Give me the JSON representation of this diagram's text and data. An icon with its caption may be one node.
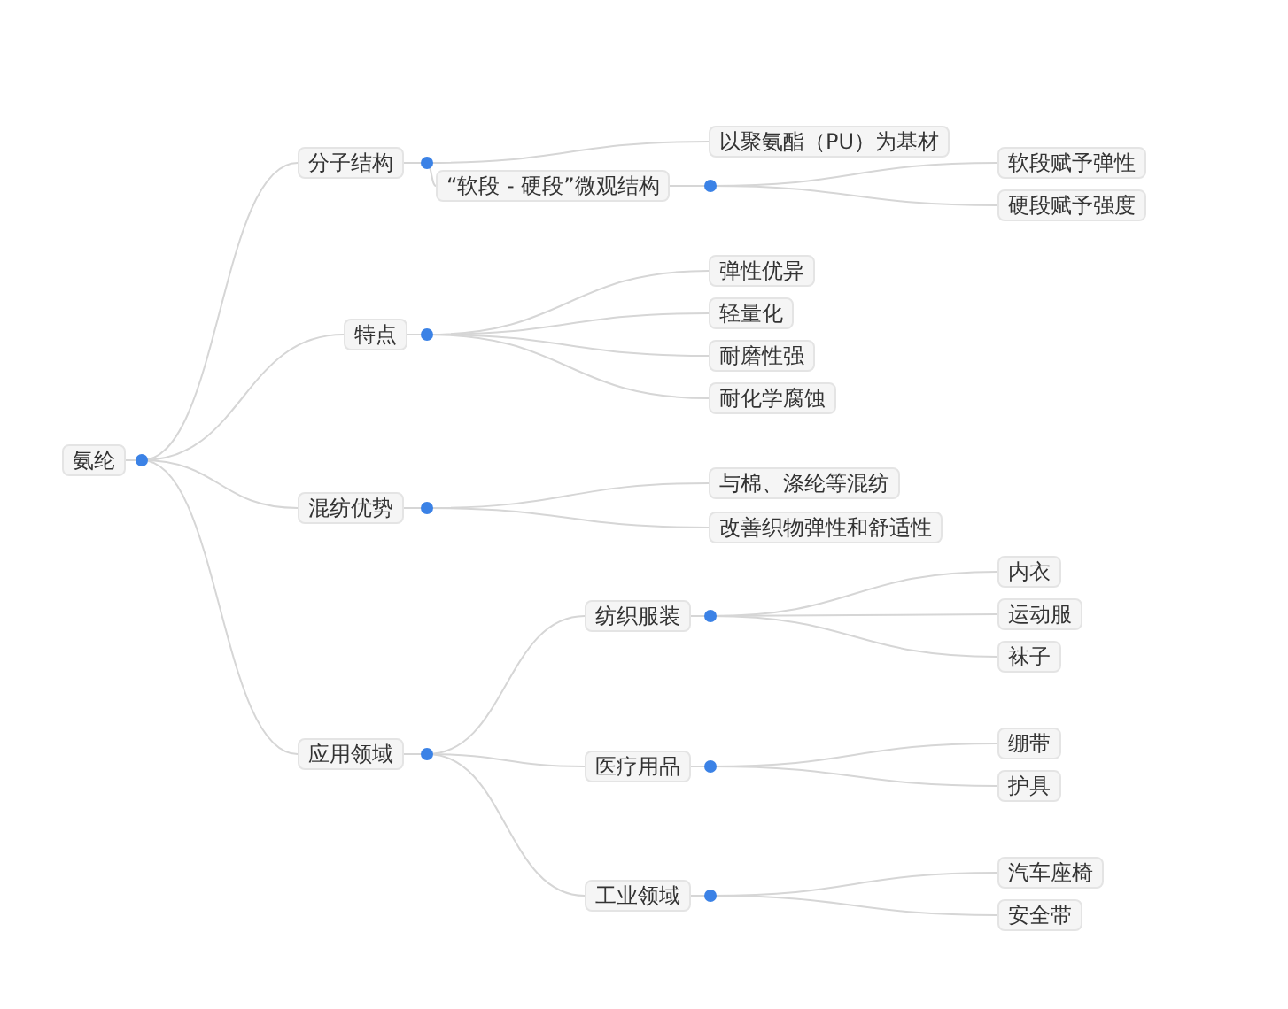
{
  "diagram": {
    "nodes": [
      {
        "text": [
          "氨纶"
        ]
      },
      {
        "text": [
          "分子结构"
        ]
      },
      {
        "text": [
          "以聚氨酯（PU）为基材"
        ]
      },
      {
        "text": [
          "“软段 - 硬段”微观结构"
        ]
      },
      {
        "text": [
          "软段赋予弹性"
        ]
      },
      {
        "text": [
          "硬段赋予强度"
        ]
      },
      {
        "text": [
          "特点"
        ]
      },
      {
        "text": [
          "弹性优异"
        ]
      },
      {
        "text": [
          "轻量化"
        ]
      },
      {
        "text": [
          "耐磨性强"
        ]
      },
      {
        "text": [
          "耐化学腐蚀"
        ]
      },
      {
        "text": [
          "混纺优势"
        ]
      },
      {
        "text": [
          "与棉、涤纶等混纺"
        ]
      },
      {
        "text": [
          "改善织物弹性和舒适性"
        ]
      },
      {
        "text": [
          "应用领域"
        ]
      },
      {
        "text": [
          "纺织服装"
        ]
      },
      {
        "text": [
          "内衣"
        ]
      },
      {
        "text": [
          "运动服"
        ]
      },
      {
        "text": [
          "袜子"
        ]
      },
      {
        "text": [
          "医疗用品"
        ]
      },
      {
        "text": [
          "绷带"
        ]
      },
      {
        "text": [
          "护具"
        ]
      },
      {
        "text": [
          "工业领域"
        ]
      },
      {
        "text": [
          "汽车座椅"
        ]
      },
      {
        "text": [
          "安全带"
        ]
      }
    ],
    "edges": [
      {
        "from": 0,
        "to": 1,
        "arrow": "none"
      },
      {
        "from": 1,
        "to": 2,
        "arrow": "none"
      },
      {
        "from": 1,
        "to": 3,
        "arrow": "none"
      },
      {
        "from": 3,
        "to": 4,
        "arrow": "none"
      },
      {
        "from": 3,
        "to": 5,
        "arrow": "none"
      },
      {
        "from": 0,
        "to": 6,
        "arrow": "none"
      },
      {
        "from": 6,
        "to": 7,
        "arrow": "none"
      },
      {
        "from": 6,
        "to": 8,
        "arrow": "none"
      },
      {
        "from": 6,
        "to": 9,
        "arrow": "none"
      },
      {
        "from": 6,
        "to": 10,
        "arrow": "none"
      },
      {
        "from": 0,
        "to": 11,
        "arrow": "none"
      },
      {
        "from": 11,
        "to": 12,
        "arrow": "none"
      },
      {
        "from": 11,
        "to": 13,
        "arrow": "none"
      },
      {
        "from": 0,
        "to": 14,
        "arrow": "none"
      },
      {
        "from": 14,
        "to": 15,
        "arrow": "none"
      },
      {
        "from": 15,
        "to": 16,
        "arrow": "none"
      },
      {
        "from": 15,
        "to": 17,
        "arrow": "none"
      },
      {
        "from": 15,
        "to": 18,
        "arrow": "none"
      },
      {
        "from": 14,
        "to": 19,
        "arrow": "none"
      },
      {
        "from": 19,
        "to": 20,
        "arrow": "none"
      },
      {
        "from": 19,
        "to": 21,
        "arrow": "none"
      },
      {
        "from": 14,
        "to": 22,
        "arrow": "none"
      },
      {
        "from": 22,
        "to": 23,
        "arrow": "none"
      },
      {
        "from": 22,
        "to": 24,
        "arrow": "none"
      }
    ]
  }
}
